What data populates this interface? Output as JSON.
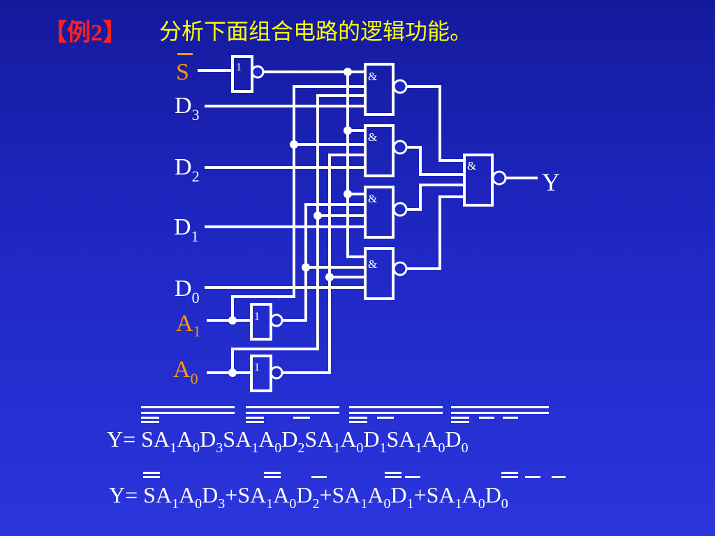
{
  "header": {
    "tag": "【例2】",
    "title": "分析下面组合电路的逻辑功能。"
  },
  "colors": {
    "background": "#1f27c4",
    "wire": "#ffffff",
    "title": "#ffff00",
    "tag": "#ff2020",
    "input_highlight": "#ff9900",
    "label": "#ffffff"
  },
  "circuit": {
    "inputs": {
      "s": "S",
      "d3": "D",
      "d3_sub": "3",
      "d2": "D",
      "d2_sub": "2",
      "d1": "D",
      "d1_sub": "1",
      "d0": "D",
      "d0_sub": "0",
      "a1": "A",
      "a1_sub": "1",
      "a0": "A",
      "a0_sub": "0"
    },
    "output": "Y",
    "gate_not": "1",
    "gate_and": "&"
  },
  "equation1": {
    "prefix": "Y=",
    "terms": [
      [
        "S",
        "A",
        "1",
        "A",
        "0",
        "D",
        "3"
      ],
      [
        "S",
        "A",
        "1",
        "A",
        "0",
        "D",
        "2"
      ],
      [
        "S",
        "A",
        "1",
        "A",
        "0",
        "D",
        "1"
      ],
      [
        "S",
        "A",
        "1",
        "A",
        "0",
        "D",
        "0"
      ]
    ]
  },
  "equation2": {
    "prefix": "Y=",
    "plus": "+",
    "terms": [
      [
        "S",
        "A",
        "1",
        "A",
        "0",
        "D",
        "3"
      ],
      [
        "S",
        "A",
        "1",
        "A",
        "0",
        "D",
        "2"
      ],
      [
        "S",
        "A",
        "1",
        "A",
        "0",
        "D",
        "1"
      ],
      [
        "S",
        "A",
        "1",
        "A",
        "0",
        "D",
        "0"
      ]
    ]
  }
}
